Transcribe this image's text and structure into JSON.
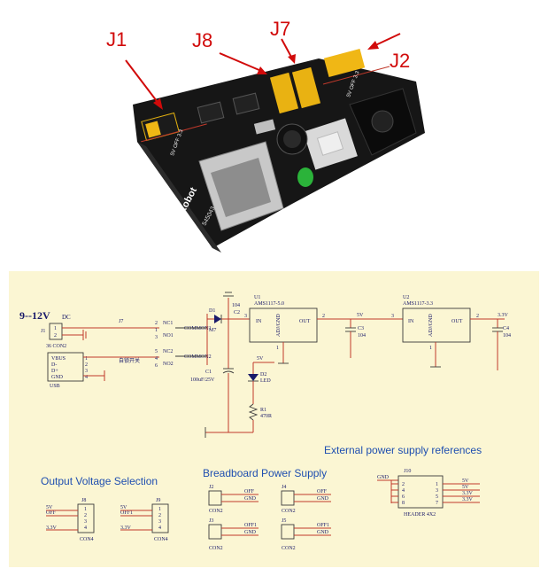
{
  "photo": {
    "callouts": {
      "j1": "J1",
      "j8": "J8",
      "j7": "J7",
      "j2": "J2"
    },
    "board_brand": "YwRobot",
    "board_model": "545043",
    "pin_marks": {
      "j1": "5V OFF 3.3",
      "j2": "5V OFF 3.3"
    }
  },
  "schematic": {
    "input": {
      "label": "9--12V",
      "suffix": "DC",
      "j1": "J1",
      "j1_pins": [
        "1",
        "2"
      ],
      "j1_name": "36 CON2"
    },
    "usb": {
      "pins": [
        "VBUS",
        "D-",
        "D+",
        "GND"
      ],
      "nums": [
        "1",
        "2",
        "3",
        "4"
      ],
      "name": "USB"
    },
    "switch": {
      "ref": "J7",
      "nc1": "NC1",
      "common1": "COMMON1",
      "no1": "NO1",
      "nc2": "NC2",
      "common2": "COMMON2",
      "no2": "NO2",
      "pins": [
        "2",
        "1",
        "3",
        "5",
        "4",
        "6"
      ],
      "note": "自锁开关"
    },
    "diode": {
      "ref": "D1",
      "part": "M7"
    },
    "cap_c2": {
      "ref": "C2",
      "val": "104"
    },
    "c1": {
      "ref": "C1",
      "val": "100uF/25V"
    },
    "led": {
      "ref": "D2",
      "part": "LED"
    },
    "r1": {
      "ref": "R1",
      "val": "470R"
    },
    "net_5v": "5V",
    "u1": {
      "ref": "U1",
      "part": "AMS1117-5.0",
      "in": "IN",
      "out": "OUT",
      "gnd": "ADJ/GND",
      "pin_in": "3",
      "pin_out": "2",
      "pin_gnd": "1"
    },
    "c3": {
      "ref": "C3",
      "val": "104"
    },
    "net_5v_out": "5V",
    "u2": {
      "ref": "U2",
      "part": "AMS1117-3.3",
      "in": "IN",
      "out": "OUT",
      "gnd": "ADJ/GND",
      "pin_in": "3",
      "pin_out": "2",
      "pin_gnd": "1"
    },
    "net_33": "3.3V",
    "c4": {
      "ref": "C4",
      "val": "104"
    },
    "headings": {
      "output": "Output Voltage Selection",
      "breadboard": "Breadboard Power Supply",
      "external": "External power supply references"
    },
    "j8": {
      "ref": "J8",
      "labels": [
        "5V",
        "OFF",
        "3.3V"
      ],
      "pins": [
        "1",
        "2",
        "3",
        "4"
      ],
      "name": "CON4"
    },
    "j9": {
      "ref": "J9",
      "labels": [
        "5V",
        "OFF1",
        "3.3V"
      ],
      "pins": [
        "1",
        "2",
        "3",
        "4"
      ],
      "name": "CON4"
    },
    "j2": {
      "ref": "J2",
      "l1": "OFF",
      "l2": "GND",
      "name": "CON2"
    },
    "j3": {
      "ref": "J3",
      "l1": "OFF1",
      "l2": "GND",
      "name": "CON2"
    },
    "j4": {
      "ref": "J4",
      "l1": "OFF",
      "l2": "GND",
      "name": "CON2"
    },
    "j5": {
      "ref": "J5",
      "l1": "OFF1",
      "l2": "GND",
      "name": "CON2"
    },
    "j10": {
      "ref": "J10",
      "gnd": "GND",
      "left_pins": [
        "2",
        "4",
        "6",
        "8"
      ],
      "right_pins": [
        "1",
        "3",
        "5",
        "7"
      ],
      "right_labels": [
        "5V",
        "5V",
        "3.3V",
        "3.3V"
      ],
      "name": "HEADER 4X2"
    }
  }
}
